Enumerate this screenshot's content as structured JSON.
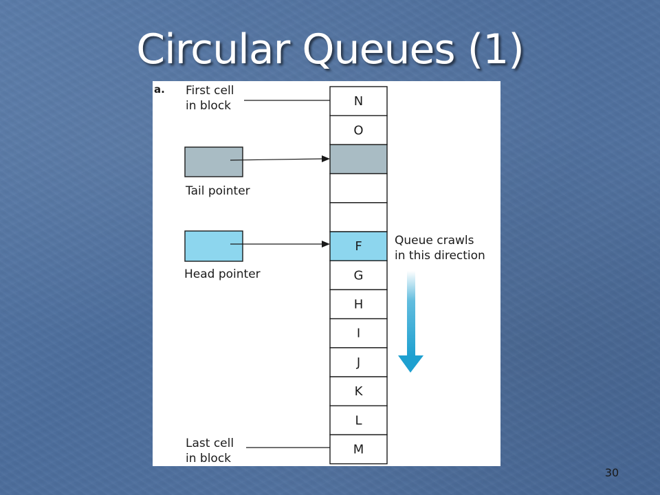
{
  "slide": {
    "title": "Circular Queues (1)",
    "page_number": "30"
  },
  "figure": {
    "label": "a.",
    "cells": [
      "N",
      "O",
      "",
      "",
      "",
      "F",
      "G",
      "H",
      "I",
      "J",
      "K",
      "L",
      "M"
    ],
    "tail_cell_index": 2,
    "head_cell_index": 5,
    "first_cell_label": [
      "First cell",
      "in block"
    ],
    "last_cell_label": [
      "Last cell",
      "in block"
    ],
    "tail_pointer_label": "Tail pointer",
    "head_pointer_label": "Head pointer",
    "direction_label": [
      "Queue crawls",
      "in this direction"
    ],
    "colors": {
      "tail": "#a9bcc4",
      "head": "#8dd6ee",
      "arrow": "#1ea0d0",
      "cell_border": "#1a1a1a"
    }
  }
}
